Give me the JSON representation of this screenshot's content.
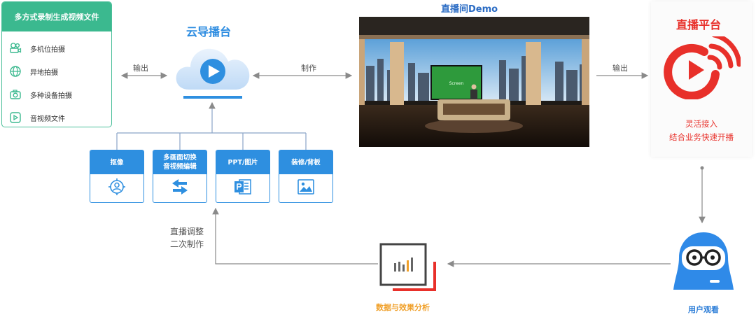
{
  "source_panel": {
    "title": "多方式录制生成视频文件",
    "items": [
      {
        "label": "多机位拍摄",
        "icon": "video-camera-icon"
      },
      {
        "label": "异地拍摄",
        "icon": "globe-icon"
      },
      {
        "label": "多种设备拍摄",
        "icon": "photo-camera-icon"
      },
      {
        "label": "音视频文件",
        "icon": "media-file-icon"
      }
    ]
  },
  "arrows": {
    "output_left": "输出",
    "produce": "制作",
    "output_right": "输出",
    "adjust_line1": "直播调整",
    "adjust_line2": "二次制作"
  },
  "cloud": {
    "title": "云导播台",
    "icon": "cloud-play-icon"
  },
  "tools": [
    {
      "label": "抠像",
      "icon": "portrait-target-icon"
    },
    {
      "label": "多画面切换\n音视频编辑",
      "icon": "switch-arrows-icon"
    },
    {
      "label": "PPT/图片",
      "icon": "powerpoint-icon"
    },
    {
      "label": "装修/背板",
      "icon": "image-icon"
    }
  ],
  "studio": {
    "title": "直播间Demo",
    "screen_text": "Screen"
  },
  "platform": {
    "title": "直播平台",
    "line1": "灵活接入",
    "line2": "结合业务快速开播",
    "icon": "live-broadcast-icon"
  },
  "analytics": {
    "label": "数据与效果分析",
    "icon": "bar-chart-icon"
  },
  "viewer": {
    "label": "用户观看",
    "icon": "viewer-avatar-icon"
  },
  "colors": {
    "green": "#3bb98f",
    "blue": "#2e8fe0",
    "red": "#e8302a",
    "orange": "#f0a02a",
    "arrow_gray": "#8a8a8a"
  }
}
